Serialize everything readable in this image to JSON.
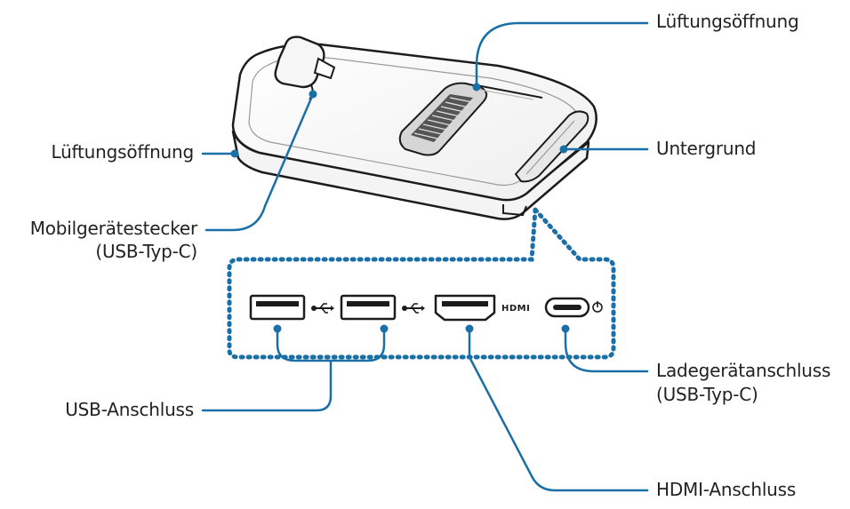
{
  "colors": {
    "leader": "#1a6fa7",
    "outline": "#1c1c1c",
    "dock_fill": "#ffffff",
    "dock_shade": "#cfcfcf",
    "dotted_frame": "#1a6fa7"
  },
  "labels": {
    "vent_top": "Lüftungsöffnung",
    "vent_left": "Lüftungsöffnung",
    "base": "Untergrund",
    "mobile_plug_line1": "Mobilgerätestecker",
    "mobile_plug_line2": "(USB-Typ-C)",
    "charger_port_line1": "Ladegerätanschluss",
    "charger_port_line2": "(USB-Typ-C)",
    "usb_port": "USB-Anschluss",
    "hdmi_port": "HDMI-Anschluss"
  },
  "port_icons": {
    "usb_symbol_1": "usb-symbol-icon",
    "usb_symbol_2": "usb-symbol-icon",
    "hdmi_text": "HDMI",
    "power_symbol": "power-icon"
  }
}
